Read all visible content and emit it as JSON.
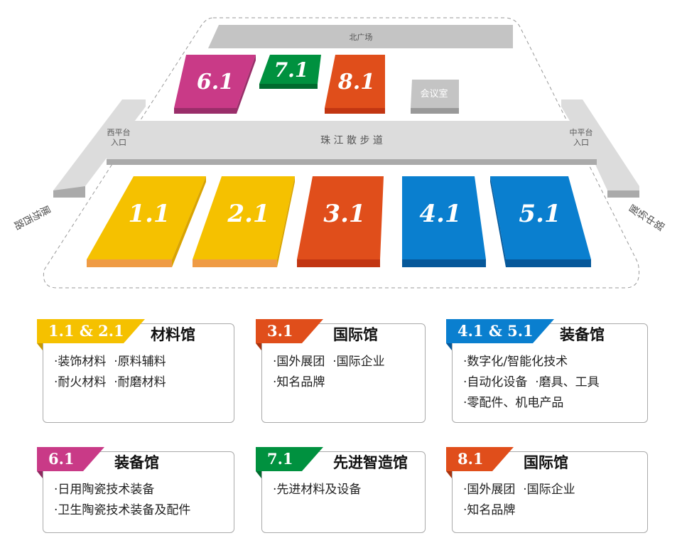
{
  "map": {
    "north_plaza": "北广场",
    "meeting_room": "会议室",
    "promenade": "珠 江 散 步 道",
    "west_entrance_1": "西平台",
    "west_entrance_2": "入口",
    "mid_entrance_1": "中平台",
    "mid_entrance_2": "入口",
    "west_road": "展场西路",
    "mid_road": "展场中路",
    "halls": {
      "h61": "6.1",
      "h71": "7.1",
      "h81": "8.1",
      "h11": "1.1",
      "h21": "2.1",
      "h31": "3.1",
      "h41": "4.1",
      "h51": "5.1"
    }
  },
  "colors": {
    "yellow": "#f5c100",
    "red": "#e04e1b",
    "blue": "#0a7fcf",
    "magenta": "#c93a87",
    "green": "#00913f",
    "gray": "#c4c4c4"
  },
  "cards": [
    {
      "tag": "1.1 & 2.1",
      "title": "材料馆",
      "items": "·装饰材料  ·原料辅料\n·耐火材料  ·耐磨材料"
    },
    {
      "tag": "3.1",
      "title": "国际馆",
      "items": "·国外展团  ·国际企业\n·知名品牌"
    },
    {
      "tag": "4.1 & 5.1",
      "title": "装备馆",
      "items": "·数字化/智能化技术\n·自动化设备  ·磨具、工具\n·零配件、机电产品"
    },
    {
      "tag": "6.1",
      "title": "装备馆",
      "items": "·日用陶瓷技术装备\n·卫生陶瓷技术装备及配件"
    },
    {
      "tag": "7.1",
      "title": "先进智造馆",
      "items": "·先进材料及设备"
    },
    {
      "tag": "8.1",
      "title": "国际馆",
      "items": "·国外展团  ·国际企业\n·知名品牌"
    }
  ]
}
